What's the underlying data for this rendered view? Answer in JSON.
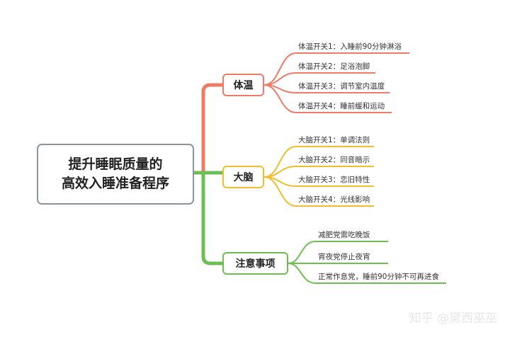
{
  "central": {
    "line1": "提升睡眠质量的",
    "line2": "高效入睡准备程序"
  },
  "branches": [
    {
      "label": "体温",
      "color": "#ef7a66",
      "items": [
        "体温开关1：入睡前90分钟淋浴",
        "体温开关2：足浴泡脚",
        "体温开关3：调节室内温度",
        "体温开关4：睡前缓和运动"
      ]
    },
    {
      "label": "大脑",
      "color": "#f0be2c",
      "items": [
        "大脑开关1：单调法则",
        "大脑开关2：同音暗示",
        "大脑开关3：恋旧特性",
        "大脑开关4：光线影响"
      ]
    },
    {
      "label": "注意事项",
      "color": "#6cbf53",
      "items": [
        "减肥党需吃晚饭",
        "宵夜党停止夜宵",
        "正常作息党，睡前90分钟不可再进食"
      ]
    }
  ],
  "watermark": "知乎 @黛西巫巫",
  "colors": {
    "trunk": "#6cbf53",
    "central_border": "#8a94a0"
  }
}
